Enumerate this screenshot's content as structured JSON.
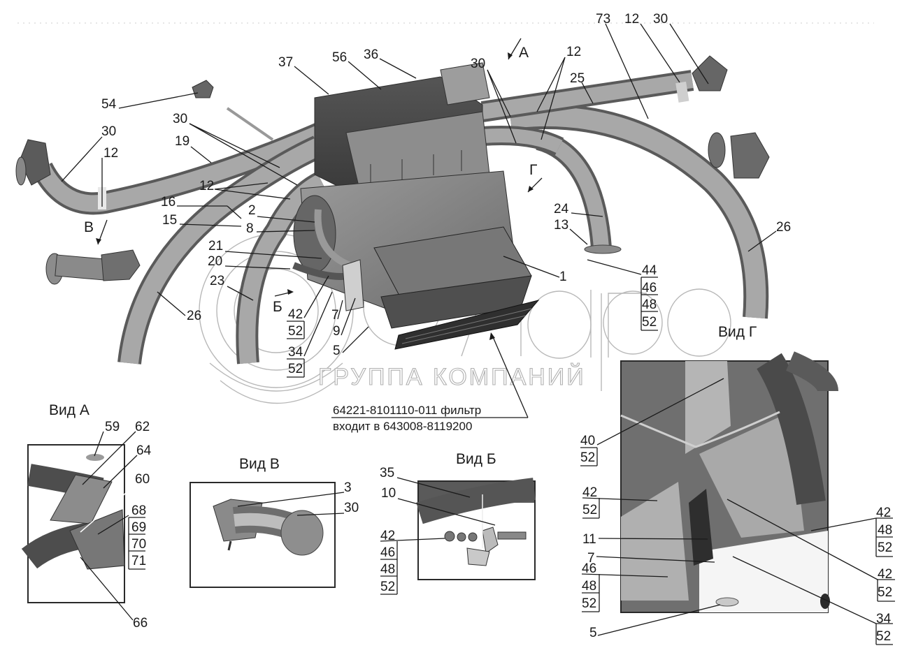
{
  "watermark": {
    "brand": "белагро",
    "subtitle": "ГРУППА КОМПАНИЙ"
  },
  "direction_markers": {
    "A": "А",
    "G": "Г",
    "V": "В",
    "B": "Б"
  },
  "main_callouts": {
    "c37": "37",
    "c56": "56",
    "c36": "36",
    "c30_top": "30",
    "c12_top": "12",
    "c73": "73",
    "c12_right": "12",
    "c30_right": "30",
    "c25": "25",
    "c54": "54",
    "c30_left": "30",
    "c12_left": "12",
    "c30_mid": "30",
    "c19": "19",
    "c12_mid": "12",
    "c16": "16",
    "c2": "2",
    "c15": "15",
    "c8": "8",
    "c21": "21",
    "c20": "20",
    "c23": "23",
    "c26_left": "26",
    "c24": "24",
    "c13": "13",
    "c1": "1",
    "c26_right": "26",
    "c7": "7",
    "c9": "9",
    "c5": "5"
  },
  "stacked_callouts": {
    "s42_52": [
      "42",
      "52"
    ],
    "s34_52": [
      "34",
      "52"
    ],
    "s44_46_48_52": [
      "44",
      "46",
      "48",
      "52"
    ]
  },
  "filter_note": {
    "line1": "64221-8101110-011 фильтр",
    "line2": "входит в 643008-8119200"
  },
  "views": {
    "vid_a": {
      "title": "Вид А",
      "callouts": {
        "c59": "59",
        "c62": "62",
        "c64": "64",
        "c60": "60",
        "c66": "66"
      },
      "stack": [
        "68",
        "69",
        "70",
        "71"
      ]
    },
    "vid_v": {
      "title": "Вид В",
      "callouts": {
        "c3": "3",
        "c30": "30"
      }
    },
    "vid_b": {
      "title": "Вид Б",
      "callouts": {
        "c35": "35",
        "c10": "10"
      },
      "stack": [
        "42",
        "46",
        "48",
        "52"
      ]
    },
    "vid_g": {
      "title": "Вид Г",
      "callouts": {
        "c11": "11",
        "c7": "7",
        "c5": "5"
      },
      "stacks": {
        "s40_52": [
          "40",
          "52"
        ],
        "s42_52_left": [
          "42",
          "52"
        ],
        "s46_48_52": [
          "46",
          "48",
          "52"
        ],
        "s42_48_52": [
          "42",
          "48",
          "52"
        ],
        "s42_52_right": [
          "42",
          "52"
        ],
        "s34_52": [
          "34",
          "52"
        ]
      }
    }
  }
}
